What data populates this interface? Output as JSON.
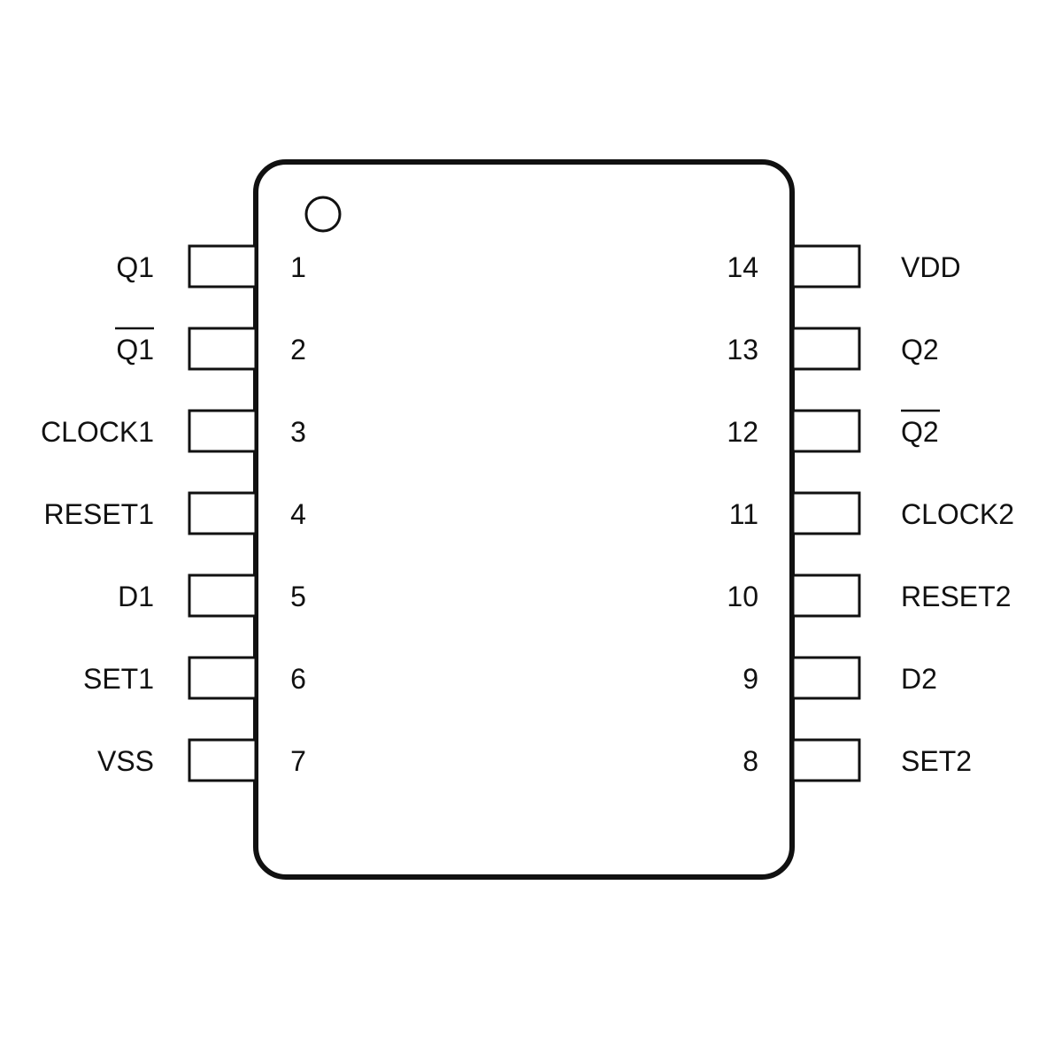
{
  "chip": {
    "left_pins": [
      {
        "number": "1",
        "name": "Q1",
        "overline": false
      },
      {
        "number": "2",
        "name": "Q1",
        "overline": true
      },
      {
        "number": "3",
        "name": "CLOCK1",
        "overline": false
      },
      {
        "number": "4",
        "name": "RESET1",
        "overline": false
      },
      {
        "number": "5",
        "name": "D1",
        "overline": false
      },
      {
        "number": "6",
        "name": "SET1",
        "overline": false
      },
      {
        "number": "7",
        "name": "VSS",
        "overline": false
      }
    ],
    "right_pins": [
      {
        "number": "14",
        "name": "VDD",
        "overline": false
      },
      {
        "number": "13",
        "name": "Q2",
        "overline": false
      },
      {
        "number": "12",
        "name": "Q2",
        "overline": true
      },
      {
        "number": "11",
        "name": "CLOCK2",
        "overline": false
      },
      {
        "number": "10",
        "name": "RESET2",
        "overline": false
      },
      {
        "number": "9",
        "name": "D2",
        "overline": false
      },
      {
        "number": "8",
        "name": "SET2",
        "overline": false
      }
    ]
  },
  "colors": {
    "stroke": "#111111",
    "background": "#ffffff"
  }
}
